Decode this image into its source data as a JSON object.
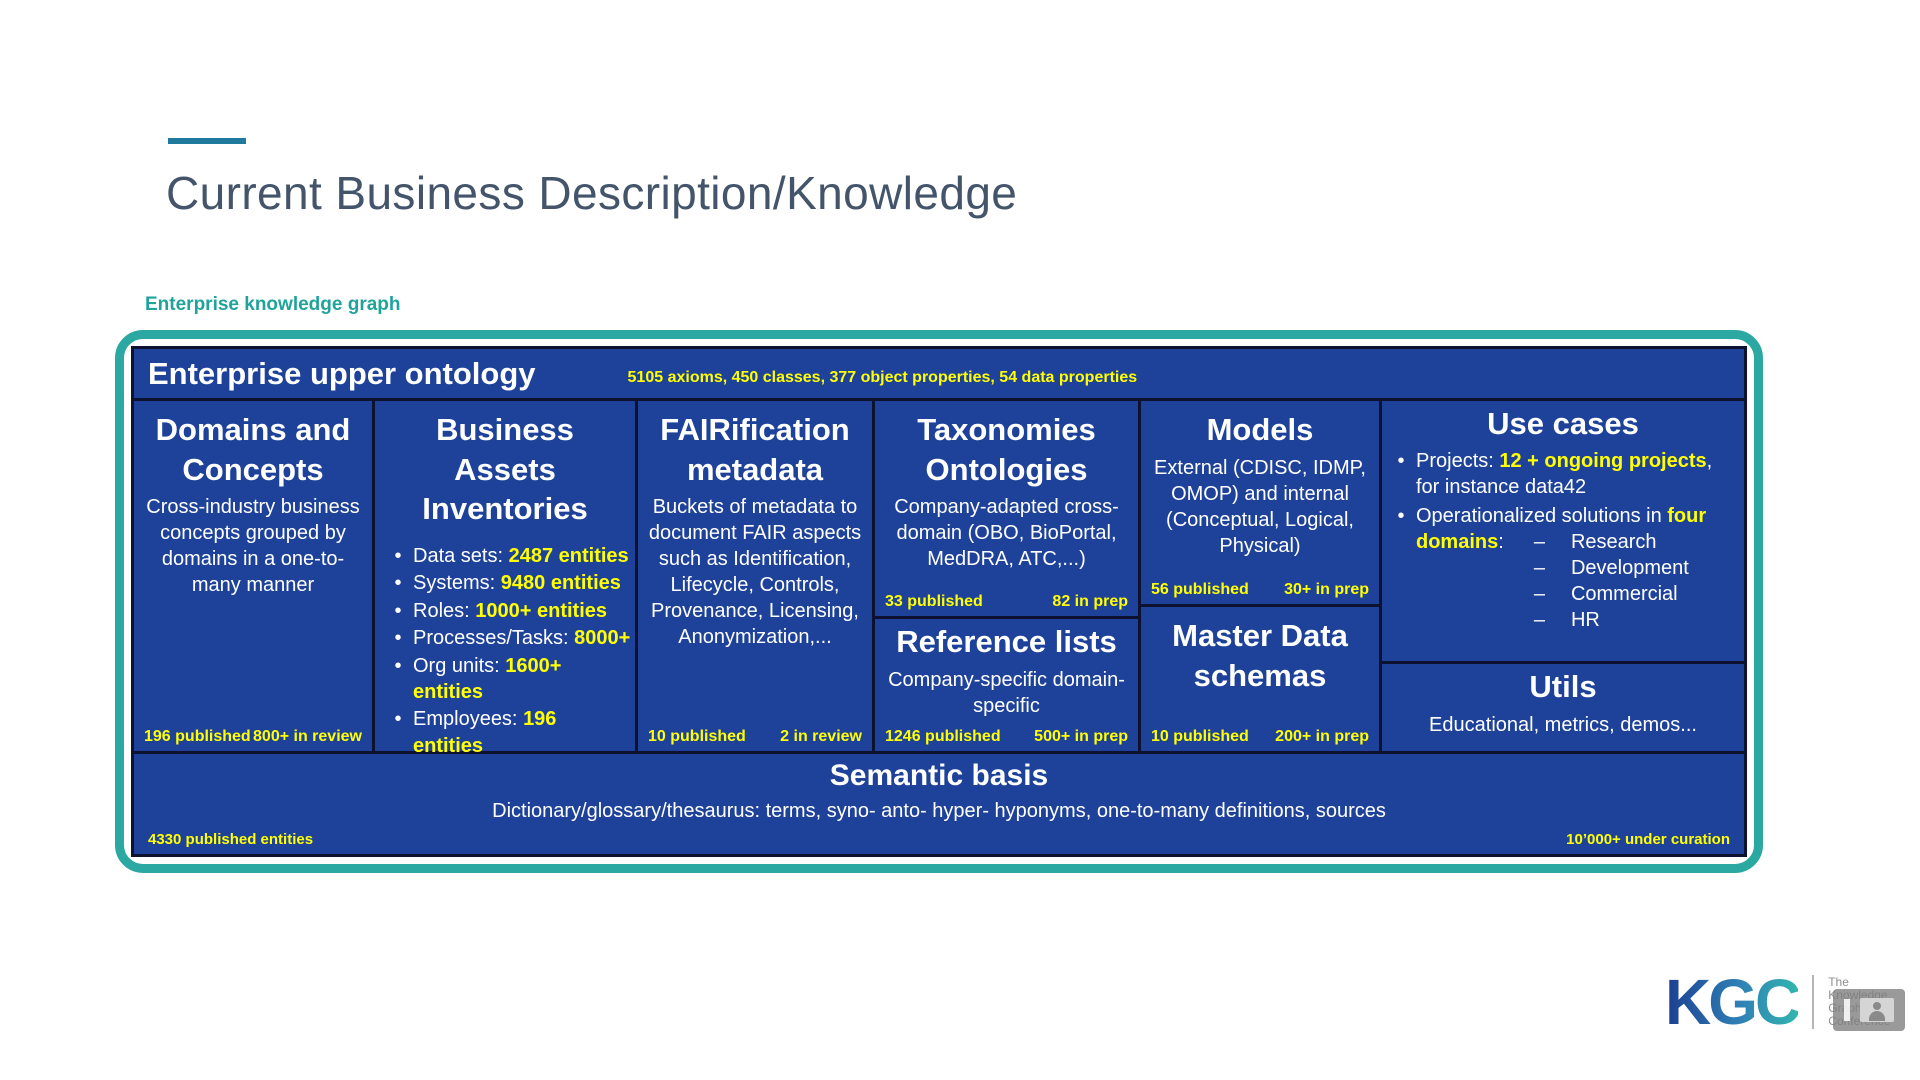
{
  "slide": {
    "title": "Current Business Description/Knowledge",
    "eyebrow": "Enterprise knowledge graph"
  },
  "ontology_header": {
    "title": "Enterprise upper ontology",
    "stats": "5105 axioms,  450 classes, 377 object properties, 54 data properties"
  },
  "glyphs": {
    "bullet": "•",
    "dash": "–"
  },
  "boxes": {
    "domains": {
      "title": "Domains and Concepts",
      "body": "Cross-industry business concepts grouped by domains in a one-to-many manner",
      "published": "196 published",
      "in_progress": "800+ in review"
    },
    "business_assets": {
      "title": "Business Assets Inventories",
      "bullets": [
        {
          "label": "Data sets: ",
          "value": "2487 entities"
        },
        {
          "label": "Systems: ",
          "value": "9480 entities"
        },
        {
          "label": "Roles: ",
          "value": "1000+ entities"
        },
        {
          "label": "Processes/Tasks: ",
          "value": "8000+"
        },
        {
          "label": "Org units: ",
          "value": "1600+ entities"
        },
        {
          "label": "Employees: ",
          "value": "196 entities"
        }
      ]
    },
    "fairification": {
      "title": "FAIRification metadata",
      "body": "Buckets of metadata to document FAIR aspects such as Identification, Lifecycle, Controls, Provenance, Licensing, Anonymization,...",
      "published": "10 published",
      "in_progress": "2 in review"
    },
    "taxonomies": {
      "title": "Taxonomies Ontologies",
      "body": "Company-adapted cross-domain (OBO, BioPortal, MedDRA, ATC,...)",
      "published": "33 published",
      "in_progress": "82 in prep"
    },
    "reference_lists": {
      "title": "Reference lists",
      "body": "Company-specific domain-specific",
      "published": "1246 published",
      "in_progress": "500+ in prep"
    },
    "models": {
      "title": "Models",
      "body": "External (CDISC, IDMP, OMOP) and internal (Conceptual, Logical, Physical)",
      "published": "56 published",
      "in_progress": "30+ in prep"
    },
    "master_data": {
      "title": "Master Data schemas",
      "published": "10 published",
      "in_progress": "200+ in prep"
    },
    "use_cases": {
      "title": "Use cases",
      "bullet1": {
        "pre": "Projects: ",
        "highlight": "12 + ongoing projects",
        "post": ", for instance data42"
      },
      "bullet2": {
        "pre": "Operationalized solutions in ",
        "highlight": "four domains",
        "post": ":",
        "items": [
          "Research",
          "Development",
          "Commercial",
          "HR"
        ]
      }
    },
    "utils": {
      "title": "Utils",
      "body": "Educational, metrics, demos..."
    },
    "semantic": {
      "title": "Semantic basis",
      "body": "Dictionary/glossary/thesaurus: terms, syno- anto- hyper- hyponyms, one-to-many definitions, sources",
      "published": "4330 published entities",
      "in_progress": "10’000+ under curation"
    }
  },
  "logo": {
    "text": "KGC",
    "tagline": [
      "The",
      "Knowledge",
      "Graph",
      "Conference"
    ]
  },
  "colors": {
    "accent_teal_border": "#2ba8a2",
    "box_blue": "#1e429a",
    "grid_dark": "#0c1230",
    "highlight_yellow": "#ffff00",
    "title_gray": "#44546a",
    "eyebrow_teal": "#1fa39b",
    "accent_dash_blue": "#1f7a9e"
  }
}
